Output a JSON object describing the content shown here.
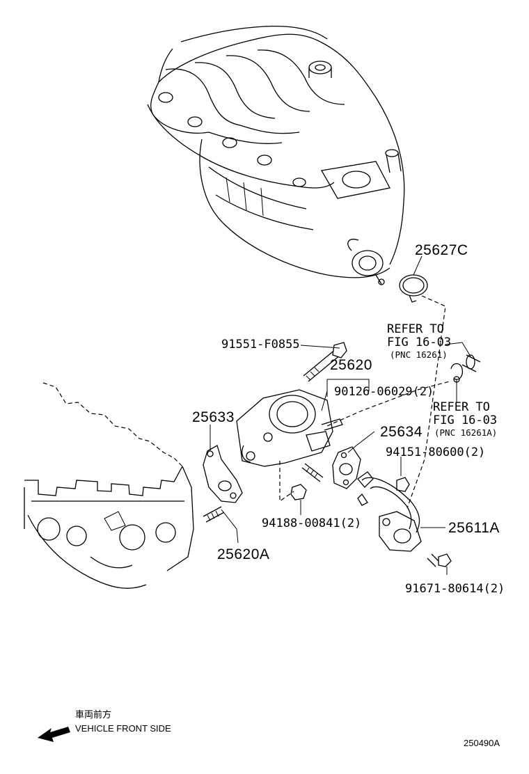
{
  "labels": {
    "gasket_top": "25627C",
    "refer1_line1": "REFER TO",
    "refer1_line2": "FIG 16-03",
    "refer1_pnc": "(PNC 16261)",
    "bolt": "91551-F0855",
    "egr_valve": "25620",
    "nut_upper": "90126-06029(2)",
    "refer2_line1": "REFER TO",
    "refer2_line2": "FIG 16-03",
    "refer2_pnc": "(PNC 16261A)",
    "gasket_left": "25633",
    "gasket_right": "25634",
    "nut_right": "94151-80600(2)",
    "nut_lower": "94188-00841(2)",
    "pipe": "25611A",
    "stud": "25620A",
    "bolt_lower": "91671-80614(2)"
  },
  "footer": {
    "direction_jp": "車両前方",
    "direction_en": "VEHICLE FRONT SIDE",
    "figure_code": "250490A"
  }
}
